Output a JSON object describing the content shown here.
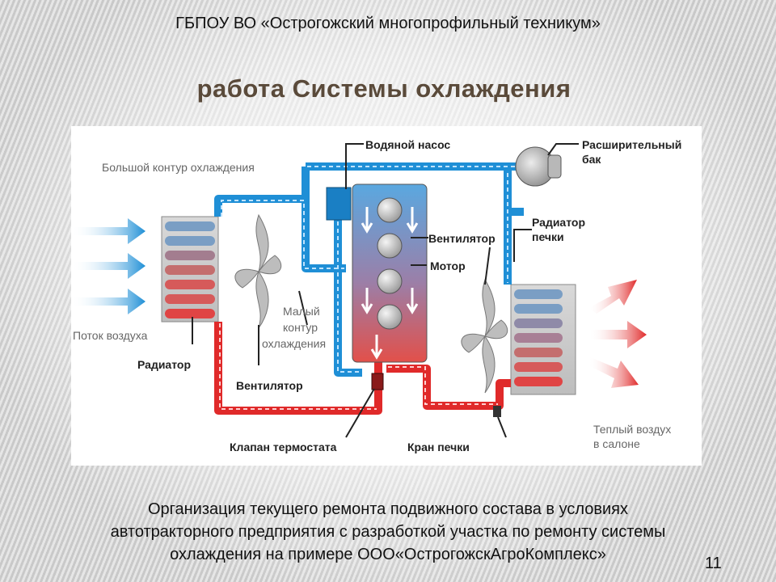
{
  "header": {
    "institution": "ГБПОУ ВО «Острогожский многопрофильный техникум»"
  },
  "slide": {
    "title": "работа Системы охлаждения",
    "page_number": "11"
  },
  "diagram": {
    "labels": {
      "water_pump": "Водяной насос",
      "expansion_tank_1": "Расширительный",
      "expansion_tank_2": "бак",
      "big_circuit": "Большой контур охлаждения",
      "heater_radiator_1": "Радиатор",
      "heater_radiator_2": "печки",
      "fan_right": "Вентилятор",
      "motor": "Мотор",
      "small_circuit_1": "Малый",
      "small_circuit_2": "контур",
      "small_circuit_3": "охлаждения",
      "airflow": "Поток воздуха",
      "radiator": "Радиатор",
      "fan_left": "Вентилятор",
      "thermostat_valve": "Клапан термостата",
      "heater_tap": "Кран печки",
      "warm_air_1": "Теплый воздух",
      "warm_air_2": "в салоне"
    },
    "colors": {
      "cold": "#1f8fd6",
      "hot": "#e02a2a",
      "dark_label": "#222222",
      "gray_label": "#777777"
    }
  },
  "footer": {
    "line1": "Организация текущего ремонта подвижного состава в условиях",
    "line2": "автотракторного предприятия с разработкой участка по ремонту системы",
    "line3": "охлаждения на примере ООО«ОстрогожскАгроКомплекс»"
  }
}
